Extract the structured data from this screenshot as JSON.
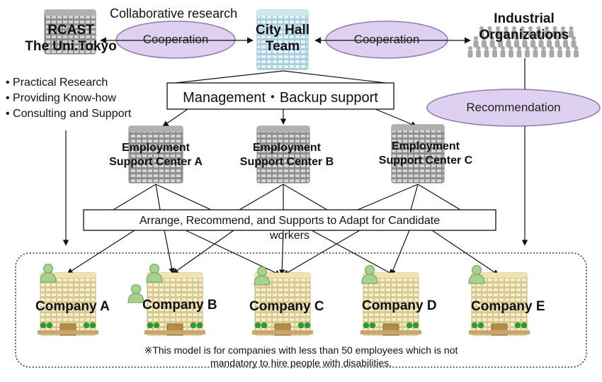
{
  "top": {
    "collab_label": "Collaborative research",
    "rcast": {
      "line1": "RCAST",
      "line2": "The Uni.Tokyo"
    },
    "city_hall": {
      "line1": "City Hall",
      "line2": "Team"
    },
    "industrial": {
      "line1": "Industrial",
      "line2": "Organizations"
    },
    "cooperation_left": "Cooperation",
    "cooperation_right": "Cooperation",
    "recommendation": "Recommendation"
  },
  "rcast_bullets": [
    "Practical Research",
    "Providing Know-how",
    "Consulting and Support"
  ],
  "management_box": "Management・Backup support",
  "centers": [
    {
      "line1": "Employment",
      "line2": "Support Center A"
    },
    {
      "line1": "Employment",
      "line2": "Support Center B"
    },
    {
      "line1": "Employment",
      "line2": "Support Center C"
    }
  ],
  "arrange_box": {
    "line1": "Arrange, Recommend, and Supports to Adapt for Candidate",
    "line2": "workers"
  },
  "companies": [
    "Company A",
    "Company B",
    "Company C",
    "Company D",
    "Company E"
  ],
  "footnote": {
    "line1": "※This model is for companies with less than 50 employees which is not",
    "line2": "mandatory to hire people with disabilities."
  },
  "colors": {
    "ellipse_fill": "#ded0f0",
    "ellipse_stroke": "#8d7ab5",
    "building_gray": "#9a9a9a",
    "city_hall_blue": "#bcdbe8",
    "company_fill": "#f1e6bb",
    "tree_green": "#2f9a2f",
    "person_green": "#9fcf8a"
  }
}
